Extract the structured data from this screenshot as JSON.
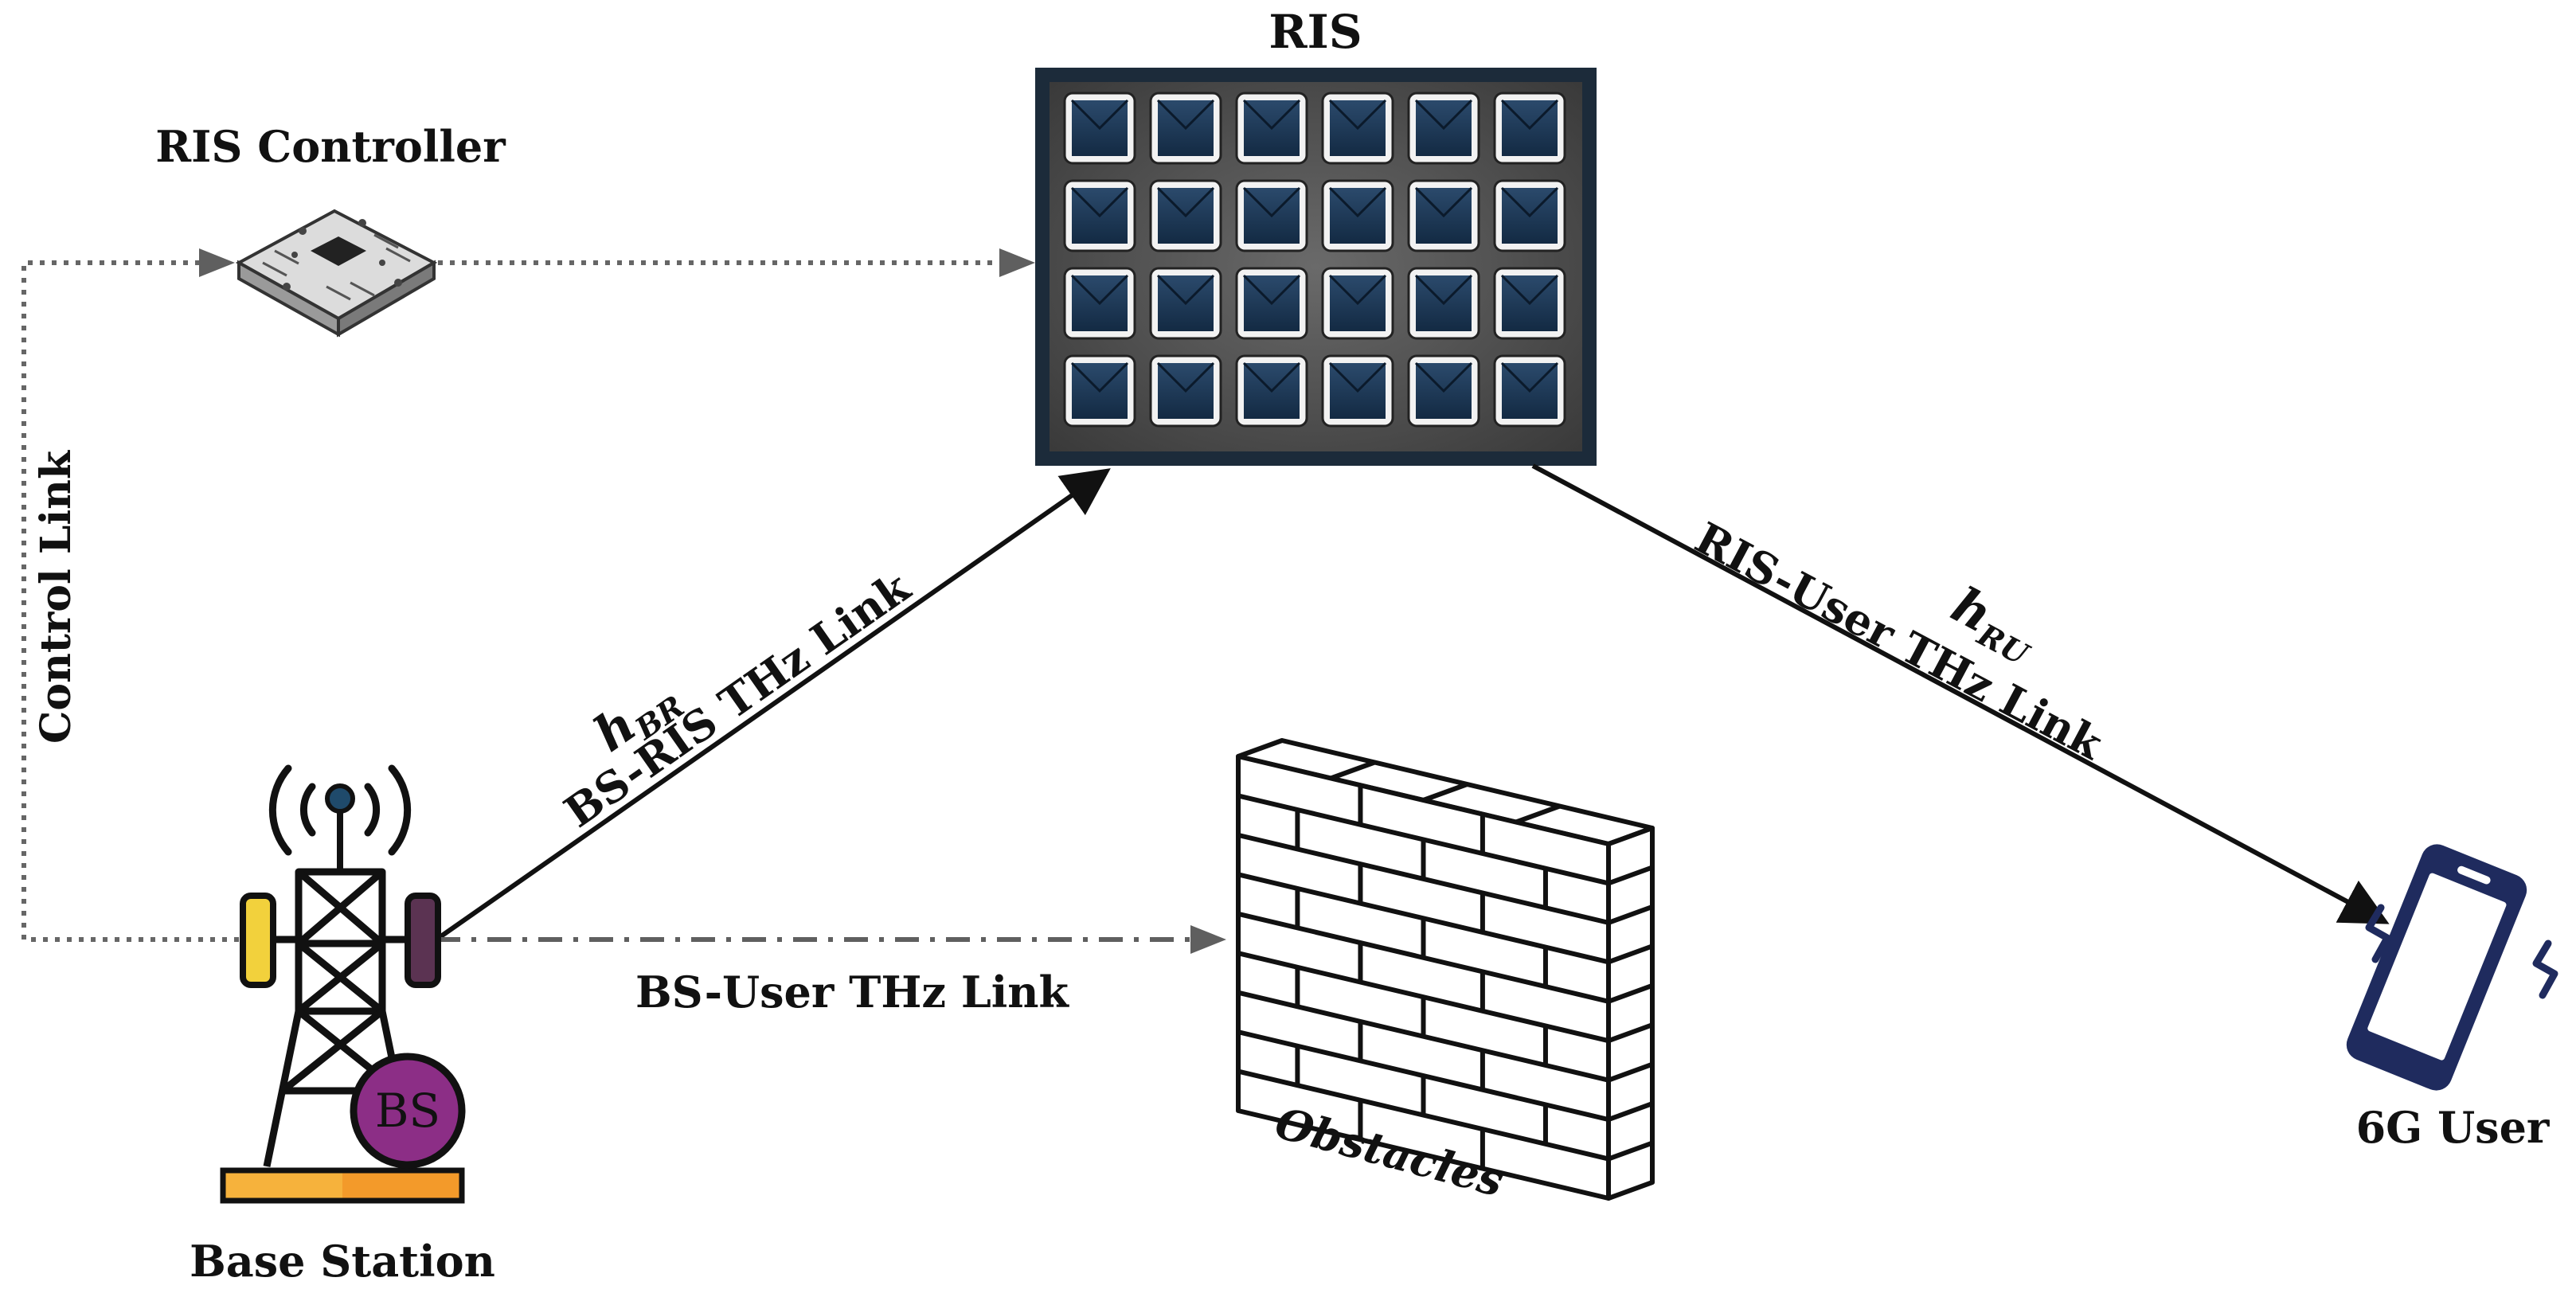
{
  "labels": {
    "ris": "RIS",
    "ris_controller": "RIS Controller",
    "control_link": "Control Link",
    "h_br_main": "h",
    "h_br_sub": "BR",
    "bs_ris_link": "BS-RIS THz Link",
    "h_ru_main": "h",
    "h_ru_sub": "RU",
    "ris_user_link": "RIS-User THz Link",
    "bs_user_link": "BS-User THz Link",
    "obstacles": "Obstacles",
    "base_station": "Base Station",
    "bs_badge": "BS",
    "user": "6G User"
  },
  "ris_panel": {
    "rows": 4,
    "columns": 6
  },
  "colors": {
    "ris_frame": "#1c2b3a",
    "ris_tile": "#1e3550",
    "arrow": "#111111",
    "dotted_link": "#666666",
    "bs_badge": "#8c2e86",
    "antenna_left": "#f2d13c",
    "antenna_right": "#5b3352",
    "base_plate": "#f39a2a",
    "phone": "#1f2b5e"
  }
}
